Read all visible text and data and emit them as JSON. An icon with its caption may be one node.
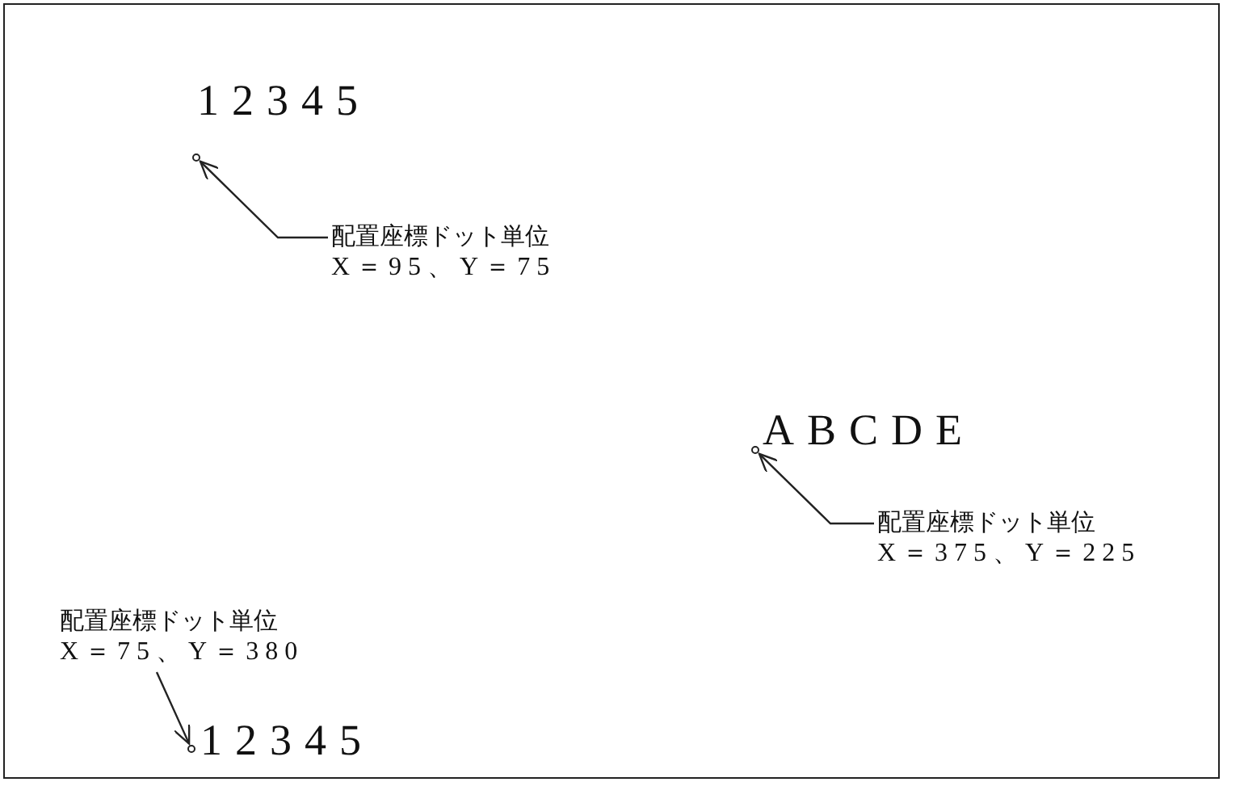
{
  "diagram": {
    "nodes": [
      {
        "text": [],
        "shape": "circle"
      },
      {
        "text": [
          "配置座標ドット単位",
          "X＝95、Y＝75"
        ]
      },
      {
        "text": [],
        "shape": "circle"
      },
      {
        "text": [
          "配置座標ドット単位",
          "X＝375、Y＝225"
        ]
      },
      {
        "text": [
          "配置座標ドット単位",
          "X＝75、Y＝380"
        ]
      },
      {
        "text": [],
        "shape": "circle"
      }
    ],
    "edges": [
      {
        "from": 1,
        "to": 0,
        "arrow": "to"
      },
      {
        "from": 3,
        "to": 2,
        "arrow": "to"
      },
      {
        "from": 4,
        "to": 5,
        "arrow": "to"
      }
    ],
    "labels": [
      "12345",
      "ABCDE",
      "12345"
    ]
  }
}
